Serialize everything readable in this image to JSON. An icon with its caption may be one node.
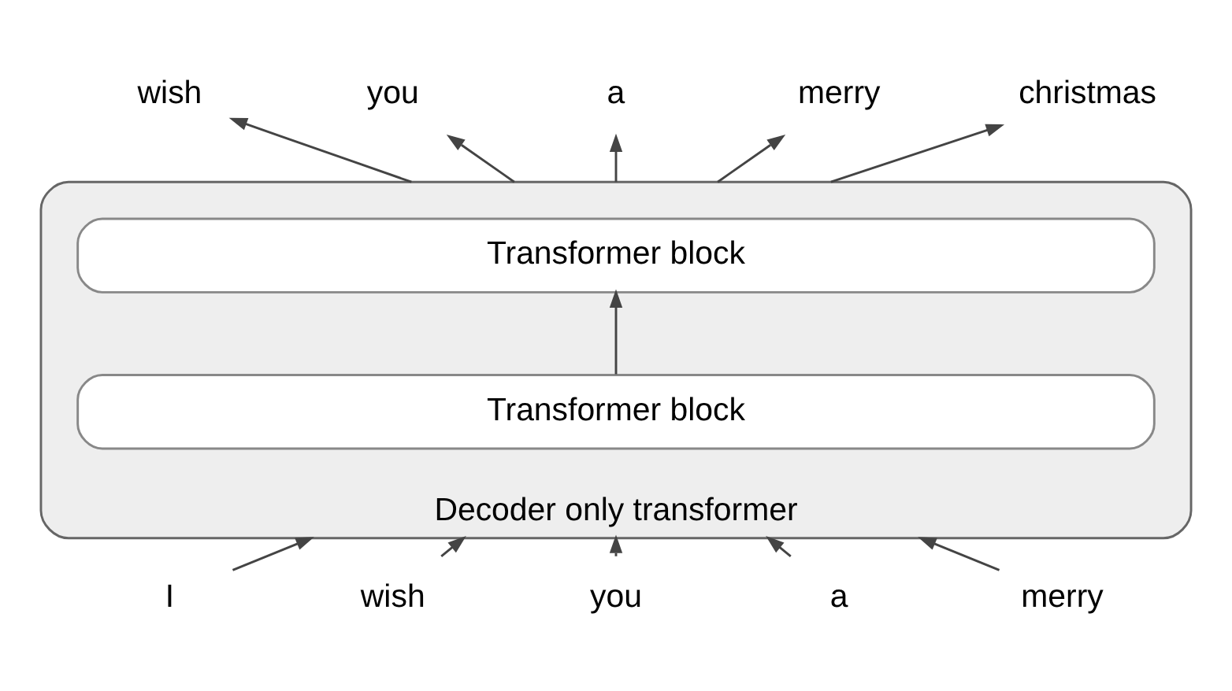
{
  "diagram": {
    "nodes": [
      {
        "text": [
          "wish"
        ]
      },
      {
        "text": [
          "you"
        ]
      },
      {
        "text": [
          "a"
        ]
      },
      {
        "text": [
          "merry"
        ]
      },
      {
        "text": [
          "christmas"
        ]
      },
      {
        "text": [
          "Decoder only transformer"
        ]
      },
      {
        "text": [
          "Transformer block"
        ],
        "in": 5
      },
      {
        "text": [
          "Transformer block"
        ],
        "in": 5
      },
      {
        "text": [
          "I"
        ]
      },
      {
        "text": [
          "wish"
        ]
      },
      {
        "text": [
          "you"
        ]
      },
      {
        "text": [
          "a"
        ]
      },
      {
        "text": [
          "merry"
        ]
      }
    ],
    "edges": [
      {
        "from": 8,
        "to": 5,
        "arrow": "to"
      },
      {
        "from": 9,
        "to": 5,
        "arrow": "to"
      },
      {
        "from": 10,
        "to": 5,
        "arrow": "to"
      },
      {
        "from": 11,
        "to": 5,
        "arrow": "to"
      },
      {
        "from": 12,
        "to": 5,
        "arrow": "to"
      },
      {
        "from": 7,
        "to": 6,
        "arrow": "to"
      },
      {
        "from": 5,
        "to": 0,
        "arrow": "to"
      },
      {
        "from": 5,
        "to": 1,
        "arrow": "to"
      },
      {
        "from": 5,
        "to": 2,
        "arrow": "to"
      },
      {
        "from": 5,
        "to": 3,
        "arrow": "to"
      },
      {
        "from": 5,
        "to": 4,
        "arrow": "to"
      }
    ]
  }
}
